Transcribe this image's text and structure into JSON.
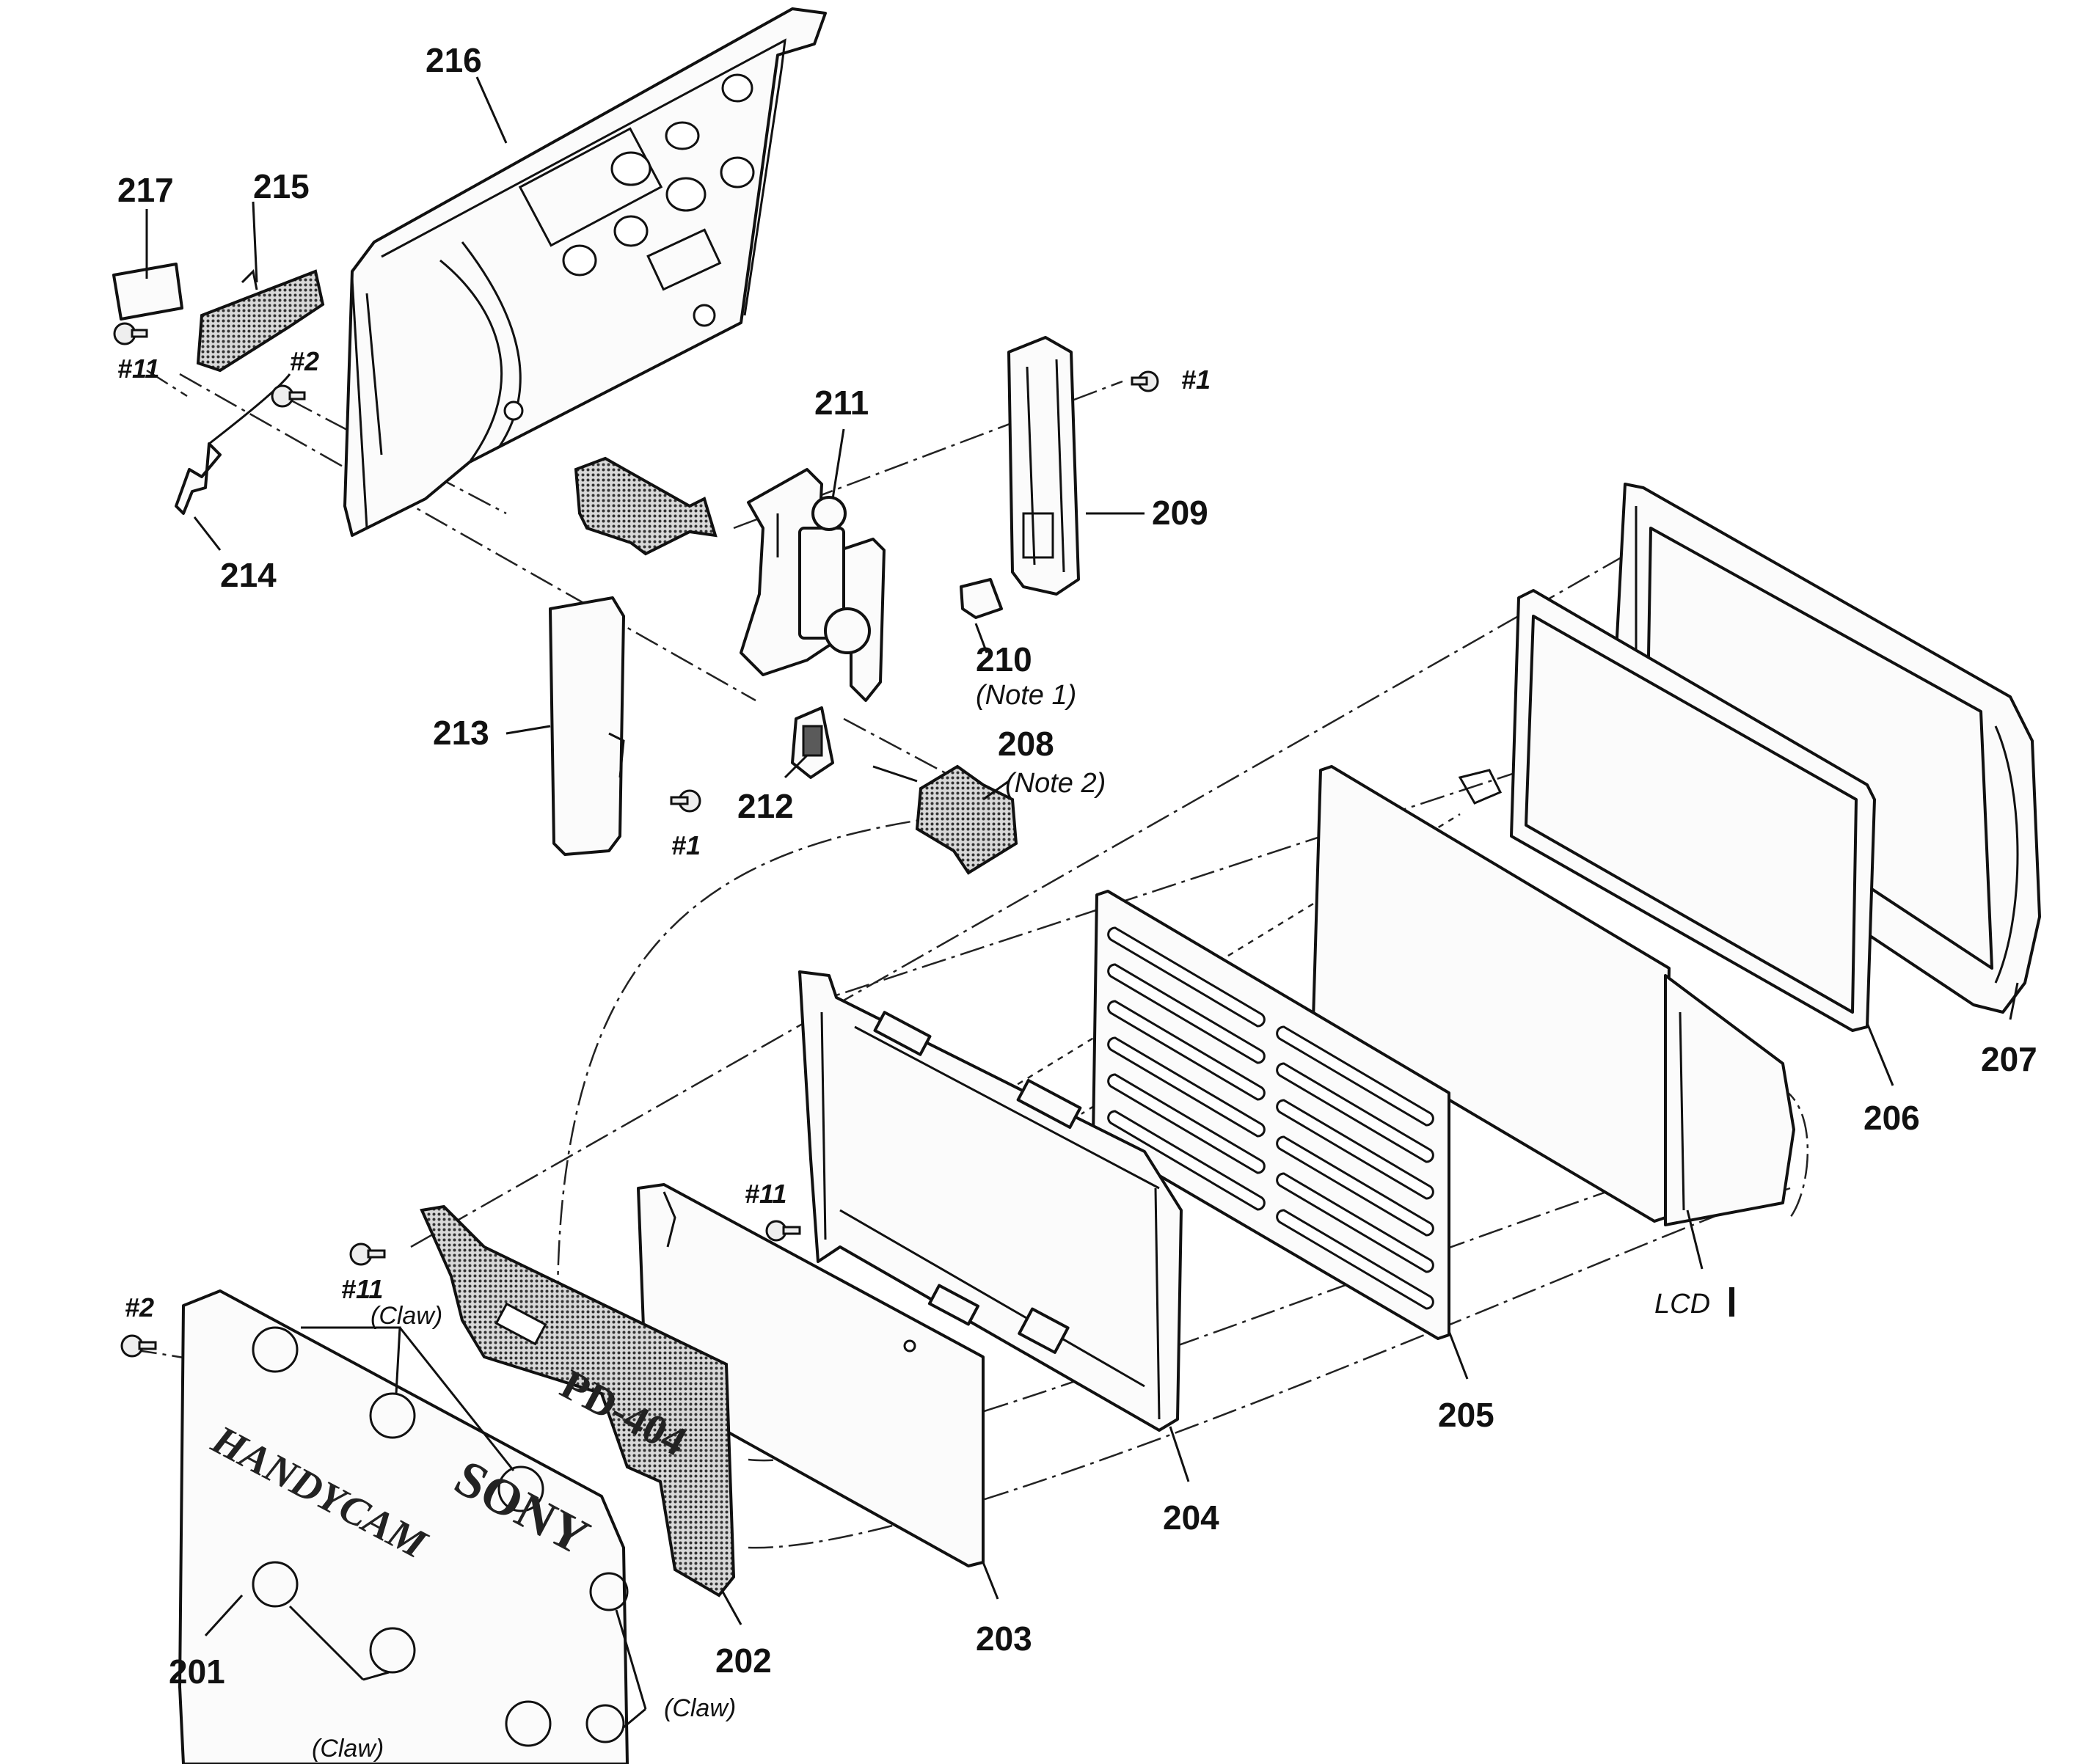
{
  "labels": {
    "p201": "201",
    "p202": "202",
    "p203": "203",
    "p204": "204",
    "p205": "205",
    "p206": "206",
    "p207": "207",
    "p208": "208",
    "p209": "209",
    "p210": "210",
    "p211": "211",
    "p212": "212",
    "p213": "213",
    "p214": "214",
    "p215": "215",
    "p216": "216",
    "p217": "217",
    "note1": "(Note 1)",
    "note2": "(Note 2)",
    "lcd": "LCD",
    "claw": "(Claw)",
    "screw1": "#1",
    "screw2": "#2",
    "screw11": "#11"
  },
  "markings": {
    "brand": "SONY",
    "model": "HANDYCAM",
    "board": "PD-404"
  }
}
